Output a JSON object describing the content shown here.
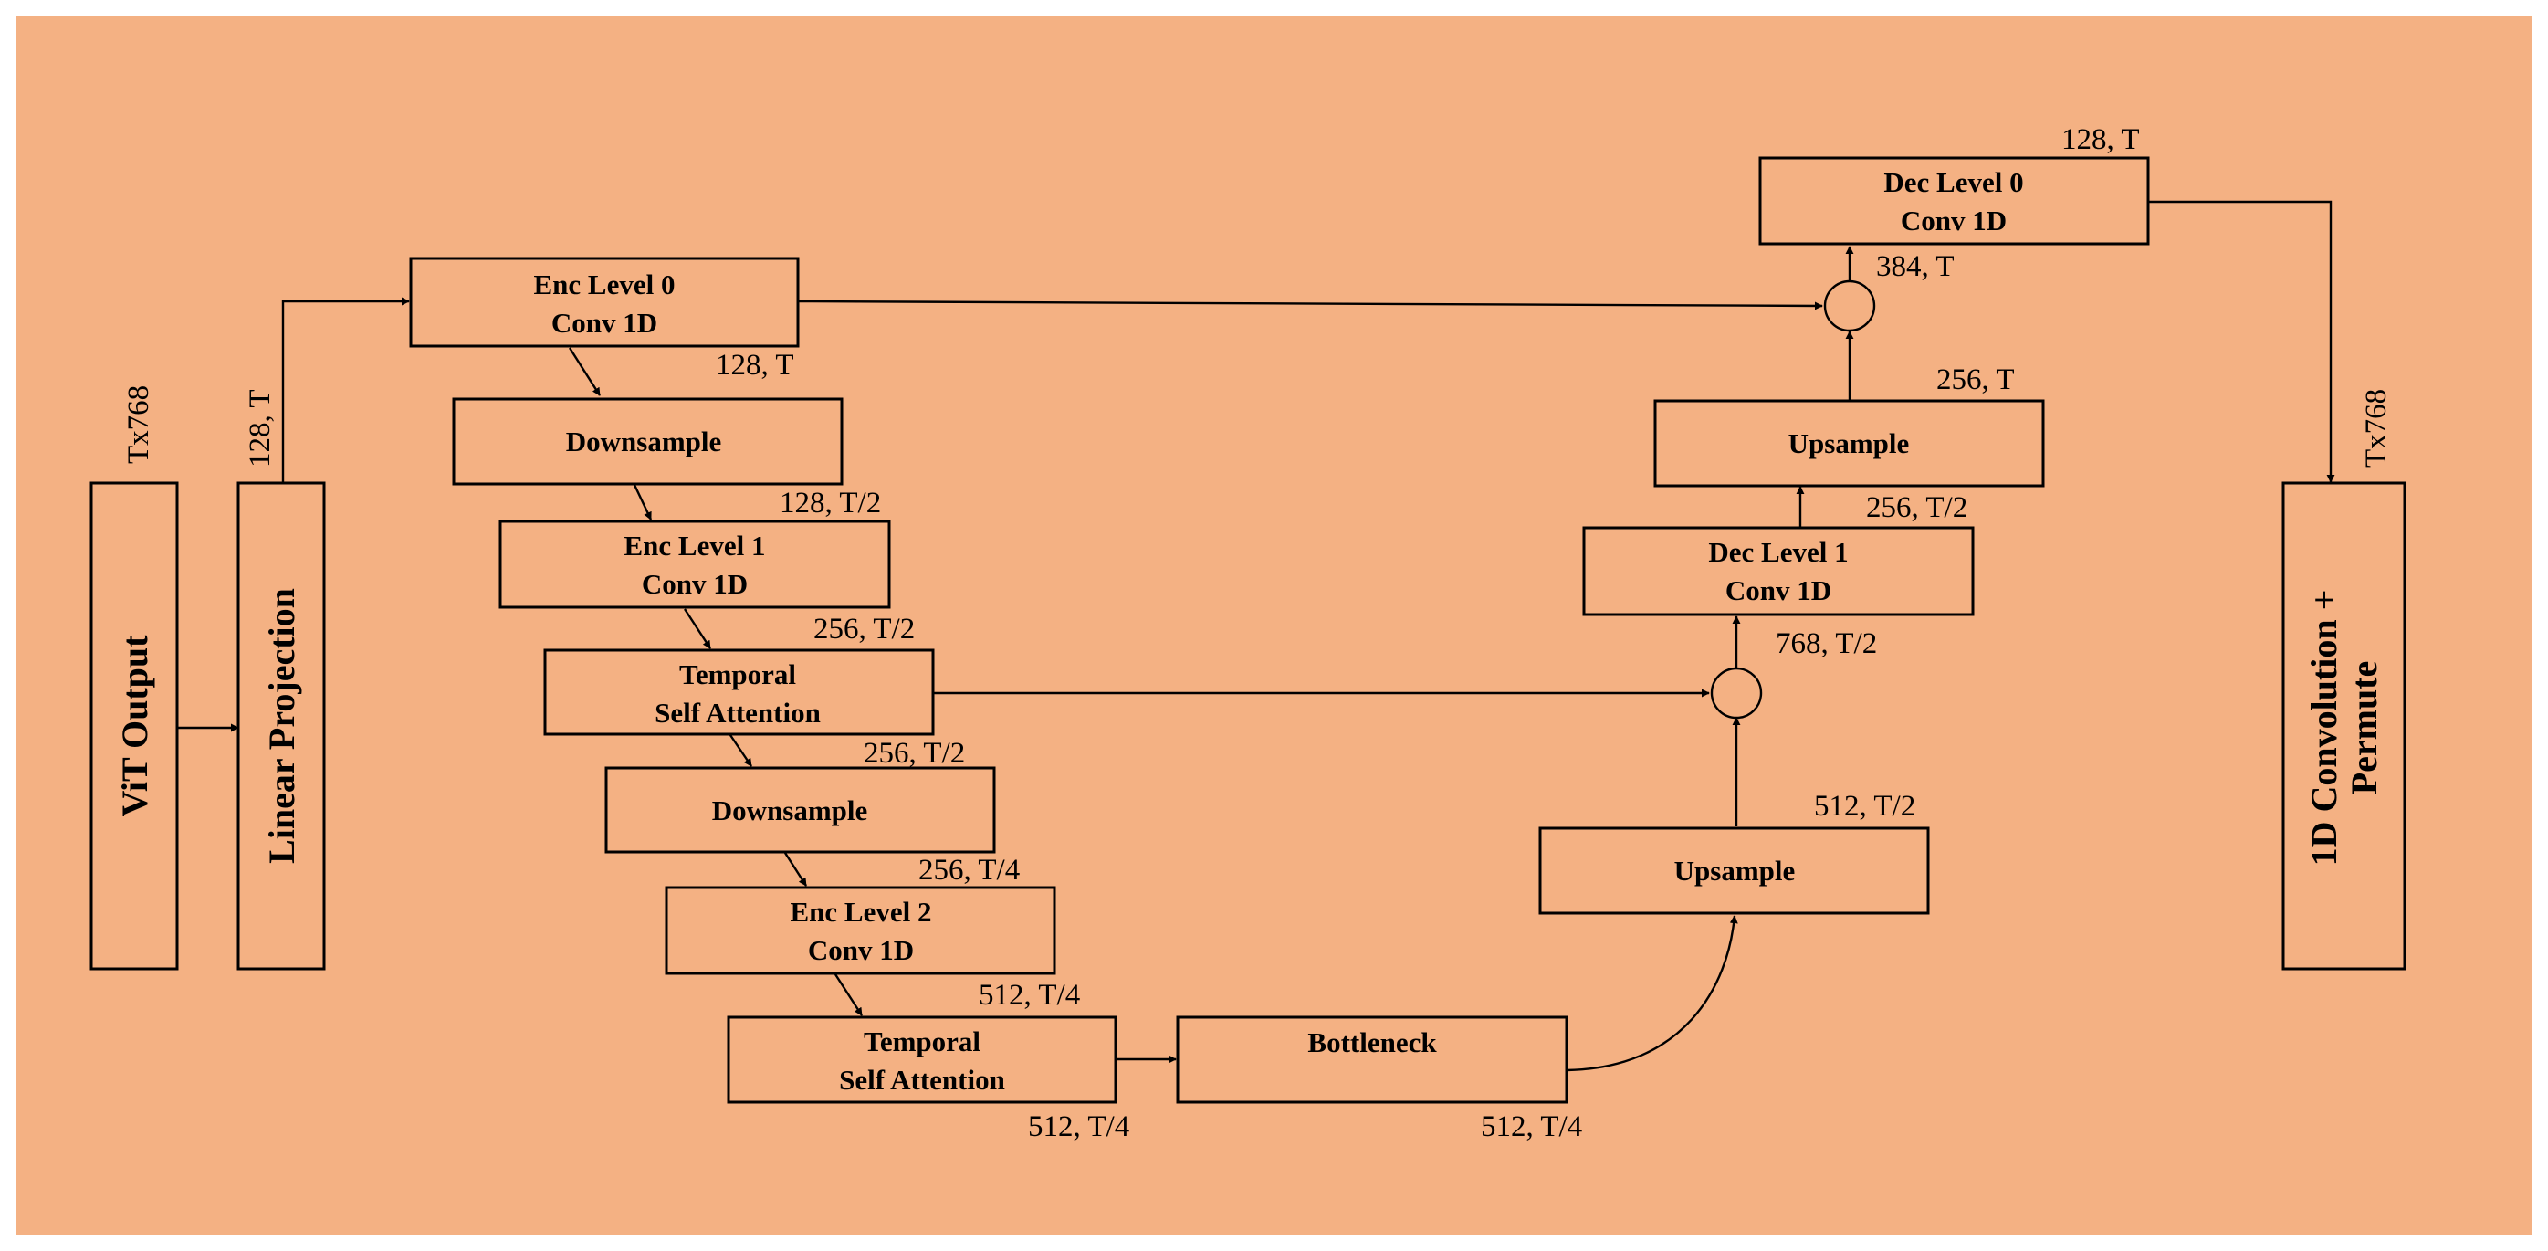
{
  "colors": {
    "background": "#f4b183",
    "ink": "#000000"
  },
  "blocks": {
    "vit_output": {
      "label": "ViT Output"
    },
    "linear_projection": {
      "label": "Linear Projection"
    },
    "enc0": {
      "line1": "Enc Level 0",
      "line2": "Conv 1D"
    },
    "down1": {
      "label": "Downsample"
    },
    "enc1": {
      "line1": "Enc Level 1",
      "line2": "Conv 1D"
    },
    "tsa1": {
      "line1": "Temporal",
      "line2": "Self Attention"
    },
    "down2": {
      "label": "Downsample"
    },
    "enc2": {
      "line1": "Enc Level 2",
      "line2": "Conv 1D"
    },
    "tsa2": {
      "line1": "Temporal",
      "line2": "Self Attention"
    },
    "bottleneck": {
      "label": "Bottleneck"
    },
    "up2": {
      "label": "Upsample"
    },
    "dec1": {
      "line1": "Dec Level 1",
      "line2": "Conv 1D"
    },
    "up1": {
      "label": "Upsample"
    },
    "dec0": {
      "line1": "Dec Level 0",
      "line2": "Conv 1D"
    },
    "final": {
      "line1": "1D Convolution +",
      "line2": "Permute"
    }
  },
  "dims": {
    "vit_out": "Tx768",
    "lin_proj_out": "128, T",
    "enc0_out": "128, T",
    "down1_out": "128, T/2",
    "enc1_out": "256, T/2",
    "tsa1_out": "256, T/2",
    "down2_out": "256, T/4",
    "enc2_out": "512, T/4",
    "tsa2_out": "512, T/4",
    "bottleneck_out": "512, T/4",
    "up2_out": "512, T/2",
    "concat1_out": "768, T/2",
    "dec1_out": "256, T/2",
    "up1_out": "256, T",
    "concat0_out": "384, T",
    "dec0_out": "128, T",
    "final_in": "Tx768"
  }
}
